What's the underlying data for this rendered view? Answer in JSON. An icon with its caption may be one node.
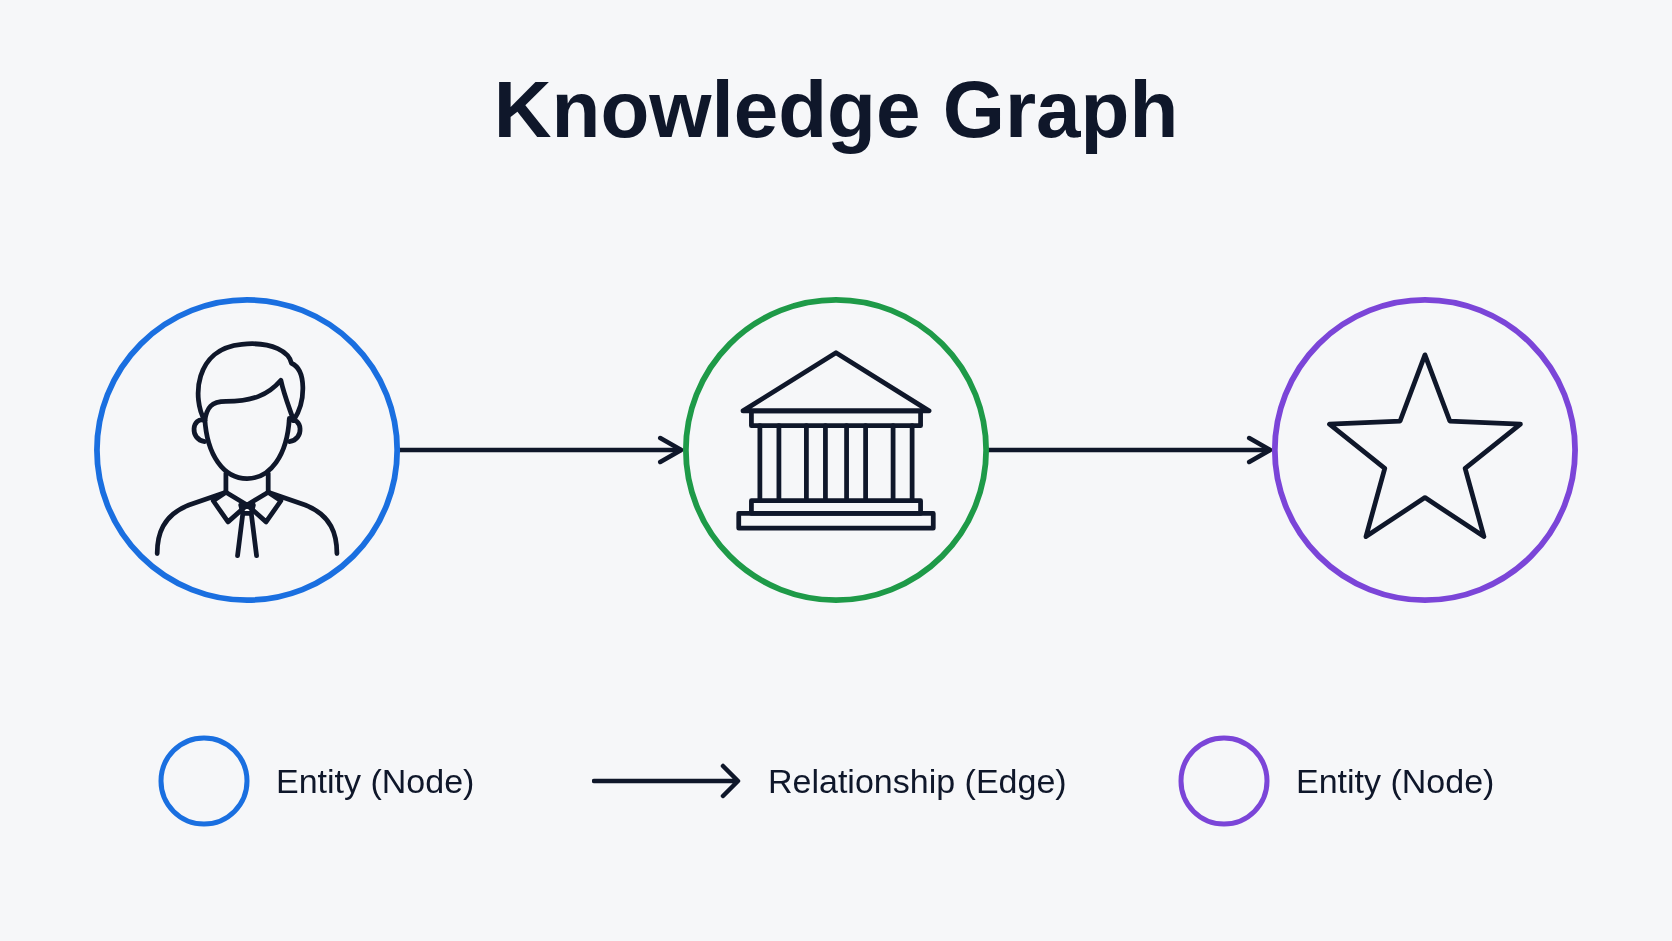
{
  "diagram": {
    "title": "Knowledge Graph",
    "nodes": [
      {
        "text": [],
        "shape": "circle"
      },
      {
        "text": [],
        "shape": "circle"
      },
      {
        "text": [],
        "shape": "circle"
      }
    ],
    "edges": [
      {
        "from": 0,
        "to": 1,
        "arrow": "to"
      },
      {
        "from": 1,
        "to": 2,
        "arrow": "to"
      }
    ],
    "legend": [
      {
        "text": "Entity (Node)",
        "color": "#1a6fe0"
      },
      {
        "text": "Relationship (Edge)"
      },
      {
        "text": "Entity (Node)",
        "color": "#7b45d8"
      }
    ]
  }
}
